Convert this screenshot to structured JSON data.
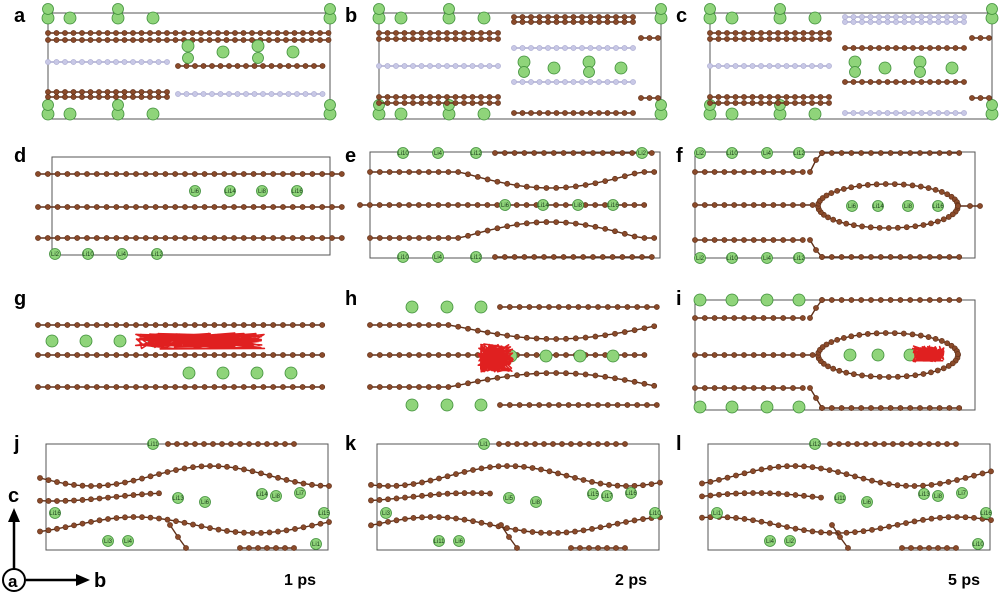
{
  "figure": {
    "panels": [
      {
        "id": "a",
        "label": "a",
        "kind": "hetero",
        "layers": [
          "li",
          "c",
          "c",
          "g",
          "c",
          "li"
        ]
      },
      {
        "id": "b",
        "label": "b",
        "kind": "hetero2",
        "layers": [
          "li",
          "c",
          "g",
          "c",
          "li"
        ]
      },
      {
        "id": "c",
        "label": "c",
        "kind": "hetero3",
        "layers": [
          "li",
          "c",
          "g",
          "c",
          "li"
        ]
      },
      {
        "id": "d",
        "label": "d",
        "kind": "flat",
        "li_labels": [
          "Li6",
          "Li14",
          "Li8",
          "Li16",
          "Li2",
          "Li10",
          "Li4",
          "Li12"
        ]
      },
      {
        "id": "e",
        "label": "e",
        "kind": "bulge",
        "li_labels": [
          "Li10",
          "Li4",
          "Li12",
          "Li2",
          "Li6",
          "Li14",
          "Li8",
          "Li16",
          "Li10",
          "Li4",
          "Li12"
        ]
      },
      {
        "id": "f",
        "label": "f",
        "kind": "ring",
        "li_labels": [
          "Li2",
          "Li10",
          "Li4",
          "Li12",
          "Li6",
          "Li14",
          "Li8",
          "Li16",
          "Li2",
          "Li10",
          "Li4",
          "Li12"
        ]
      },
      {
        "id": "g",
        "label": "g",
        "kind": "flat_traj"
      },
      {
        "id": "h",
        "label": "h",
        "kind": "bulge_traj"
      },
      {
        "id": "i",
        "label": "i",
        "kind": "ring_traj"
      },
      {
        "id": "j",
        "label": "j",
        "kind": "disorder",
        "time": "1 ps",
        "li_labels": [
          "Li11",
          "Li13",
          "Li6",
          "Li14",
          "Li8",
          "Li7",
          "Li15",
          "Li16",
          "Li3",
          "Li4",
          "Li1"
        ]
      },
      {
        "id": "k",
        "label": "k",
        "kind": "disorder",
        "time": "2 ps",
        "li_labels": [
          "Li1",
          "Li5",
          "Li8",
          "Li15",
          "Li17",
          "Li16",
          "Li10",
          "Li3",
          "Li11",
          "Li6"
        ]
      },
      {
        "id": "l",
        "label": "l",
        "kind": "disorder",
        "time": "5 ps",
        "li_labels": [
          "Li12",
          "Li11",
          "Li6",
          "Li13",
          "Li8",
          "Li7",
          "Li16",
          "Li1",
          "Li4",
          "Li2",
          "Li10"
        ]
      }
    ],
    "axes": {
      "vertical": "c",
      "horizontal": "b",
      "circle": "a"
    },
    "colors": {
      "carbon": "#8a4a2a",
      "carbon_dark": "#5e2f18",
      "li": "#8fd47a",
      "li_stroke": "#3f8f3a",
      "graphene_alt": "#a9a9cf",
      "traj": "#e02020",
      "cell": "#555555"
    }
  }
}
